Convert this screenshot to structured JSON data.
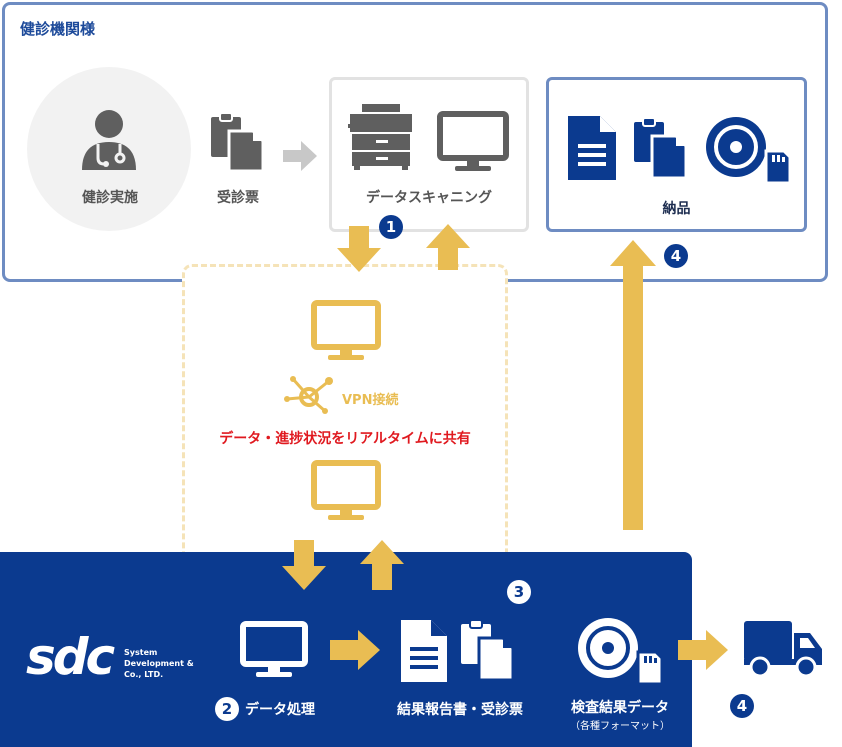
{
  "institution": {
    "title": "健診機関様",
    "checkup_label": "健診実施",
    "ticket_label": "受診票",
    "scan_label": "データスキャニング",
    "delivery_label": "納品"
  },
  "vpn": {
    "label": "VPN接続",
    "message": "データ・進捗状況をリアルタイムに共有"
  },
  "sdc": {
    "logo_text": "sdc",
    "company_line1": "System",
    "company_line2": "Development &",
    "company_line3": "Co., LTD.",
    "process_label": "データ処理",
    "reports_label": "結果報告書・受診票",
    "results_label": "検査結果データ",
    "results_sublabel": "（各種フォーマット）"
  },
  "badges": {
    "step1": "1",
    "step2": "2",
    "step3": "3",
    "step4_top": "4",
    "step4_bottom": "4"
  },
  "colors": {
    "navy": "#0b3a8f",
    "frame_blue": "#6e8cc2",
    "gold": "#e9bd53",
    "red_text": "#e0191f",
    "gray_icon": "#5f5f5f"
  }
}
